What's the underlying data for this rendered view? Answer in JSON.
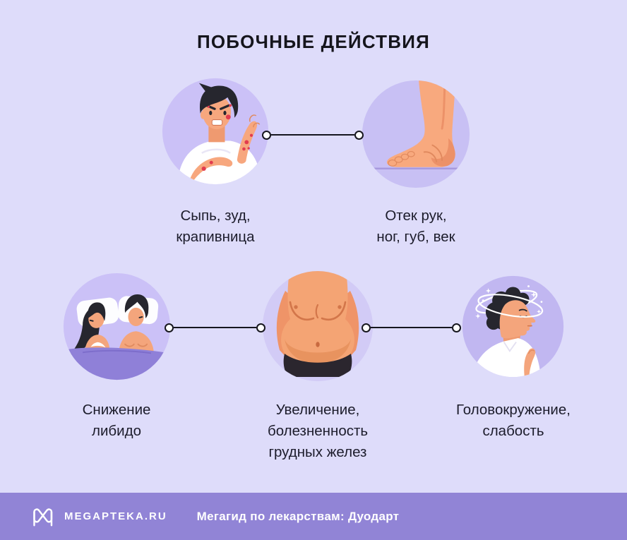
{
  "title": "ПОБОЧНЫЕ ДЕЙСТВИЯ",
  "side_effects": [
    {
      "icon": "rash-itch-hives-illustration",
      "lines": [
        "Сыпь, зуд,",
        "крапивница"
      ]
    },
    {
      "icon": "swollen-foot-illustration",
      "lines": [
        "Отек рук,",
        "ног, губ, век"
      ]
    },
    {
      "icon": "couple-in-bed-illustration",
      "lines": [
        "Снижение",
        "либидо"
      ]
    },
    {
      "icon": "enlarged-breast-torso-illustration",
      "lines": [
        "Увеличение,",
        "болезненность",
        "грудных желез"
      ]
    },
    {
      "icon": "dizzy-man-illustration",
      "lines": [
        "Головокружение,",
        "слабость"
      ]
    }
  ],
  "footer": {
    "logo_icon": "megapteka-m-logo",
    "brand": "MEGAPTEKA.RU",
    "caption": "Мегагид по лекарствам: Дуодарт"
  },
  "colors": {
    "background": "#dedcfa",
    "circle_fill": "#cbc1f7",
    "footer_background": "#9184d6",
    "heading_text": "#15151c",
    "label_text": "#1c1c2b",
    "connector": "#16161e",
    "skin": "#f5a57e",
    "rash_red": "#e23c4f",
    "hair_dark": "#26262e",
    "blanket_purple": "#8f80d8",
    "footer_text": "#ffffff"
  }
}
